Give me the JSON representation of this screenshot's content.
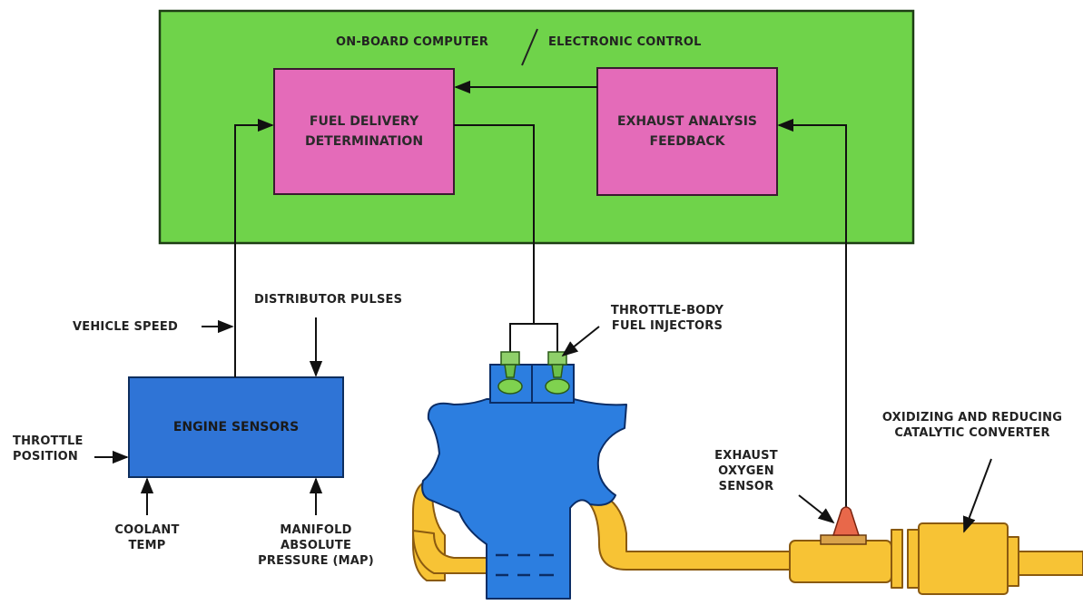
{
  "title": {
    "left": "ON-BOARD COMPUTER",
    "right": "ELECTRONIC CONTROL"
  },
  "boxes": {
    "fuel_delivery": [
      "FUEL DELIVERY",
      "DETERMINATION"
    ],
    "exhaust_feedback": [
      "EXHAUST ANALYSIS",
      "FEEDBACK"
    ],
    "engine_sensors": "ENGINE SENSORS"
  },
  "inputs": {
    "vehicle_speed": "VEHICLE SPEED",
    "distributor_pulses": "DISTRIBUTOR PULSES",
    "throttle_position": [
      "THROTTLE",
      "POSITION"
    ],
    "coolant_temp": [
      "COOLANT",
      "TEMP"
    ],
    "map": [
      "MANIFOLD",
      "ABSOLUTE",
      "PRESSURE (MAP)"
    ]
  },
  "components": {
    "injectors": [
      "THROTTLE-BODY",
      "FUEL INJECTORS"
    ],
    "oxygen_sensor": [
      "EXHAUST",
      "OXYGEN",
      "SENSOR"
    ],
    "catalytic_converter": [
      "OXIDIZING AND REDUCING",
      "CATALYTIC CONVERTER"
    ]
  },
  "colors": {
    "computer_panel": "#6fd34a",
    "control_box": "#e46bb9",
    "sensor_box": "#2f74d6",
    "engine": "#2c7ee0",
    "exhaust_pipe": "#f7c335",
    "oxygen_sensor": "#e8684a"
  }
}
